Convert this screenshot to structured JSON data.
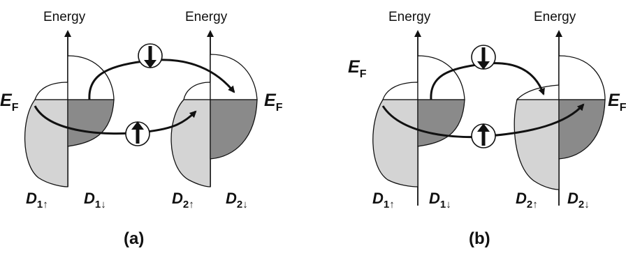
{
  "panels": [
    {
      "panel_label": "(a)",
      "energy_left": "Energy",
      "energy_right": "Energy",
      "ef_left": {
        "main": "E",
        "sub": "F"
      },
      "ef_right": {
        "main": "E",
        "sub": "F"
      },
      "d1_up": {
        "main": "D",
        "sub": "1↑"
      },
      "d1_down": {
        "main": "D",
        "sub": "1↓"
      },
      "d2_up": {
        "main": "D",
        "sub": "2↑"
      },
      "d2_down": {
        "main": "D",
        "sub": "2↓"
      }
    },
    {
      "panel_label": "(b)",
      "energy_left": "Energy",
      "energy_right": "Energy",
      "ef_left": {
        "main": "E",
        "sub": "F"
      },
      "ef_right": {
        "main": "E",
        "sub": "F"
      },
      "d1_up": {
        "main": "D",
        "sub": "1↑"
      },
      "d1_down": {
        "main": "D",
        "sub": "1↓"
      },
      "d2_up": {
        "main": "D",
        "sub": "2↑"
      },
      "d2_down": {
        "main": "D",
        "sub": "2↓"
      }
    }
  ],
  "colors": {
    "filled_light": "#d4d4d4",
    "filled_dark": "#8a8a8a",
    "outline": "#111111"
  }
}
